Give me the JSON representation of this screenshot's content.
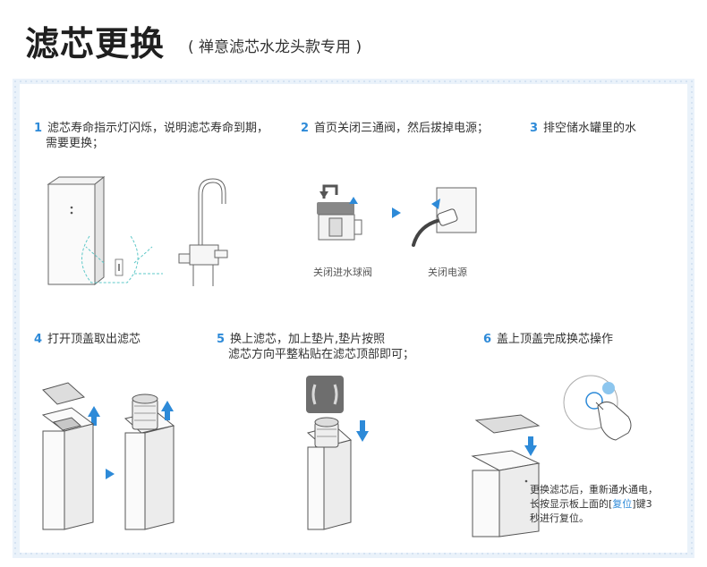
{
  "header": {
    "title": "滤芯更换",
    "subtitle": "( 禅意滤芯水龙头款专用 )"
  },
  "steps": [
    {
      "num": "1",
      "line1": "滤芯寿命指示灯闪烁，说明滤芯寿命到期，",
      "line2": "需要更换；"
    },
    {
      "num": "2",
      "line1": "首页关闭三通阀，然后拔掉电源；"
    },
    {
      "num": "3",
      "line1": "排空储水罐里的水"
    },
    {
      "num": "4",
      "line1": "打开顶盖取出滤芯"
    },
    {
      "num": "5",
      "line1": "换上滤芯，加上垫片,垫片按照",
      "line2": "滤芯方向平整粘贴在滤芯顶部即可；"
    },
    {
      "num": "6",
      "line1": "盖上顶盖完成换芯操作"
    }
  ],
  "captions": {
    "valve": "关闭进水球阀",
    "power": "关闭电源"
  },
  "note": {
    "part1": "更换滤芯后，重新通水通电，",
    "part2": "长按显示板上面的[",
    "key": "复位",
    "part3": "]键3",
    "part4": "秒进行复位。"
  },
  "colors": {
    "accent": "#2d8ad8",
    "panel_bg": "#eaf2fa",
    "dashed": "#5fc8c8"
  },
  "icons": [
    "purifier-icon",
    "faucet-icon",
    "valve-icon",
    "arrow-right-icon",
    "power-plug-icon",
    "lid-icon",
    "arrow-up-icon",
    "arrow-down-icon",
    "filter-cartridge-icon",
    "gasket-icon",
    "hand-press-icon"
  ]
}
